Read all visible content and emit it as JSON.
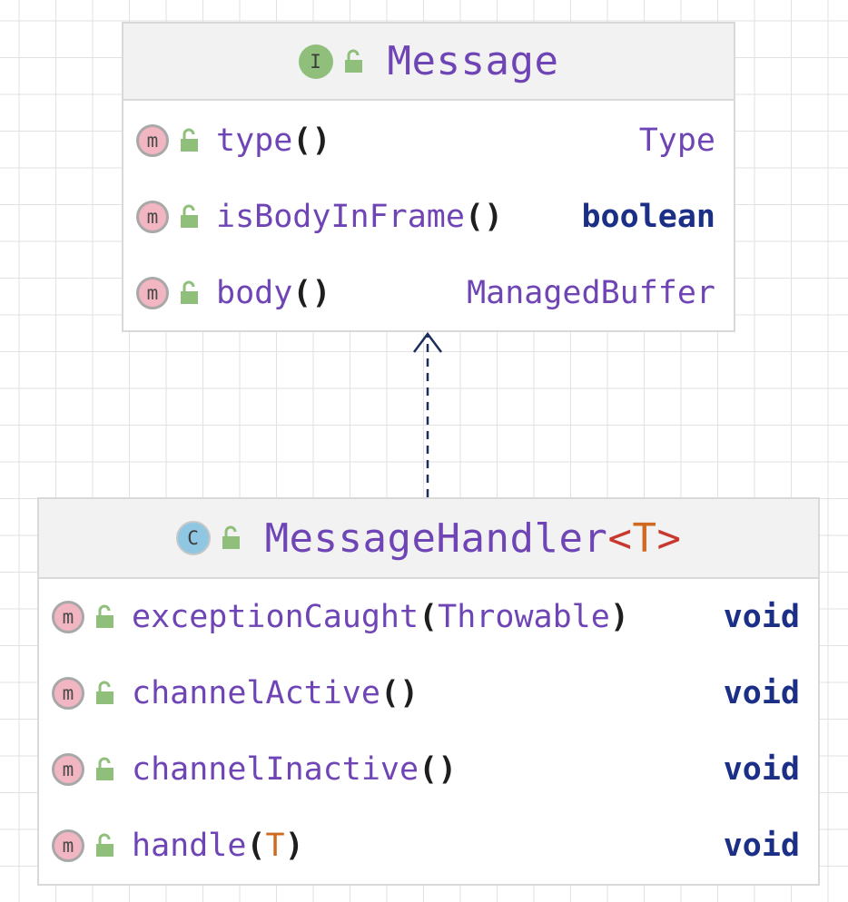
{
  "diagram": {
    "interface_box": {
      "kind_glyph": "I",
      "kind_icon": "interface-icon",
      "visibility_icon": "unlock-icon",
      "name": "Message",
      "members": [
        {
          "name": "type",
          "open": "(",
          "param": "",
          "close": ")",
          "return_type": "Type",
          "return_kind": "reference"
        },
        {
          "name": "isBodyInFrame",
          "open": "(",
          "param": "",
          "close": ")",
          "return_type": "boolean",
          "return_kind": "primitive"
        },
        {
          "name": "body",
          "open": "(",
          "param": "",
          "close": ")",
          "return_type": "ManagedBuffer",
          "return_kind": "reference"
        }
      ]
    },
    "class_box": {
      "kind_glyph": "C",
      "kind_icon": "class-icon",
      "visibility_icon": "unlock-icon",
      "name": "MessageHandler",
      "generic_open": "<",
      "generic_param": "T",
      "generic_close": ">",
      "members": [
        {
          "name": "exceptionCaught",
          "open": "(",
          "param": "Throwable",
          "close": ")",
          "return_type": "void",
          "return_kind": "primitive"
        },
        {
          "name": "channelActive",
          "open": "(",
          "param": "",
          "close": ")",
          "return_type": "void",
          "return_kind": "primitive"
        },
        {
          "name": "channelInactive",
          "open": "(",
          "param": "",
          "close": ")",
          "return_type": "void",
          "return_kind": "primitive"
        },
        {
          "name": "handle",
          "open": "(",
          "param": "T",
          "close": ")",
          "return_type": "void",
          "return_kind": "primitive"
        }
      ]
    },
    "method_glyph": "m",
    "method_icon": "method-icon",
    "relation": {
      "from": "MessageHandler",
      "to": "Message",
      "style": "dashed",
      "arrow": "open",
      "color": "#1b2f5c"
    },
    "colors": {
      "name": "#6f45b6",
      "primitive": "#1b2f87",
      "generic": "#cf6a1f",
      "bracket": "#c9382f",
      "header_bg": "#f2f2f2",
      "border": "#d9d9d9",
      "interface_badge": "#8fbf7a",
      "class_badge": "#8fc7e3",
      "method_badge": "#f2b5c2",
      "lock": "#8fbf7a"
    }
  }
}
